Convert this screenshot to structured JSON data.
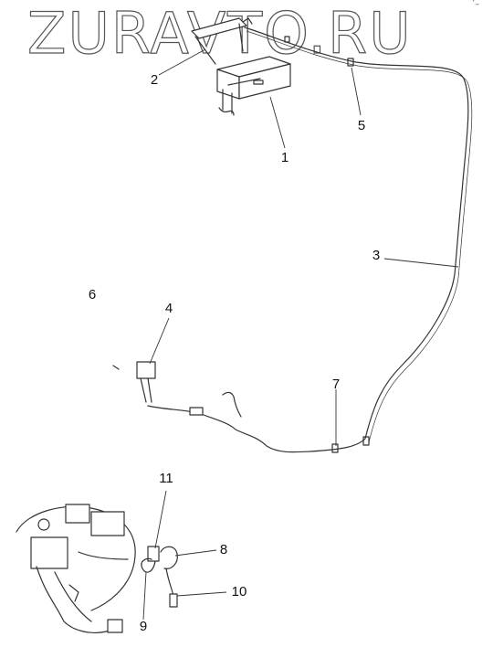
{
  "watermark": "ZURAVTO.RU",
  "corner_mark": "´–",
  "callouts": [
    "1",
    "2",
    "3",
    "4",
    "5",
    "6",
    "7",
    "8",
    "9",
    "10",
    "11"
  ],
  "colors": {
    "line": "#333333",
    "text": "#111111"
  }
}
